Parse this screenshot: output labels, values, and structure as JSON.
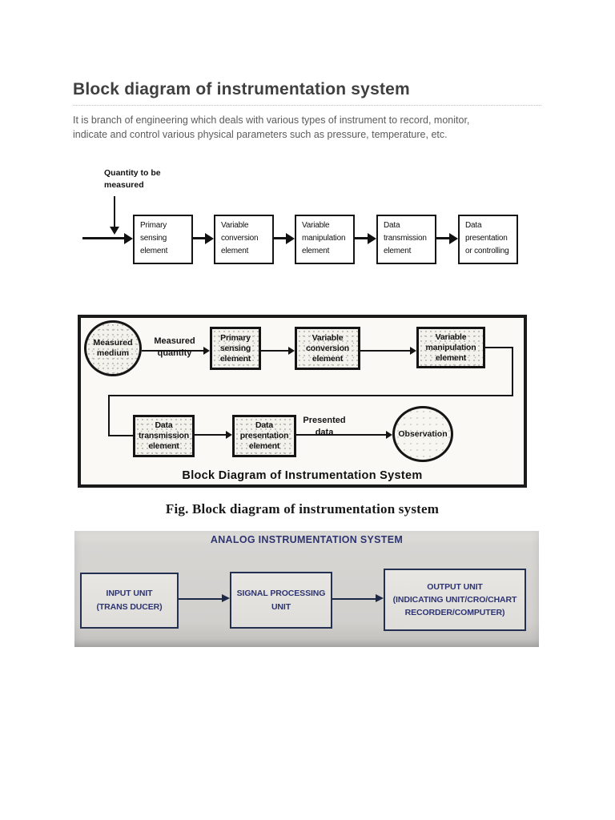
{
  "document": {
    "title": "Block diagram of instrumentation system",
    "intro_lines": [
      "It is branch of engineering which deals with various types of instrument to record, monitor,",
      "indicate and control various physical parameters such as pressure, temperature, etc."
    ],
    "figure_caption": "Fig. Block diagram of instrumentation system"
  },
  "flow_diagram": {
    "input_label": "Quantity to be measured",
    "blocks": [
      "Primary sensing element",
      "Variable conversion element",
      "Variable manipulation element",
      "Data transmission element",
      "Data presentation or controlling"
    ]
  },
  "scanned_diagram": {
    "source_circle": "Measured medium",
    "flow_label": "Measured quantity",
    "top_row": [
      "Primary sensing element",
      "Variable conversion element",
      "Variable manipulation element"
    ],
    "bottom_row": [
      "Data transmission element",
      "Data presentation element"
    ],
    "output_label": "Presented data",
    "sink_circle": "Observation",
    "caption": "Block Diagram of Instrumentation System"
  },
  "analog_diagram": {
    "title": "ANALOG INSTRUMENTATION SYSTEM",
    "blocks": [
      {
        "lines": [
          "INPUT UNIT",
          "(TRANS DUCER)"
        ]
      },
      {
        "lines": [
          "SIGNAL PROCESSING",
          "UNIT"
        ]
      },
      {
        "lines": [
          "OUTPUT UNIT",
          "(INDICATING UNIT/CRO/CHART",
          "RECORDER/COMPUTER)"
        ]
      }
    ],
    "colors": {
      "text": "#2d3470",
      "border": "#233050"
    }
  }
}
